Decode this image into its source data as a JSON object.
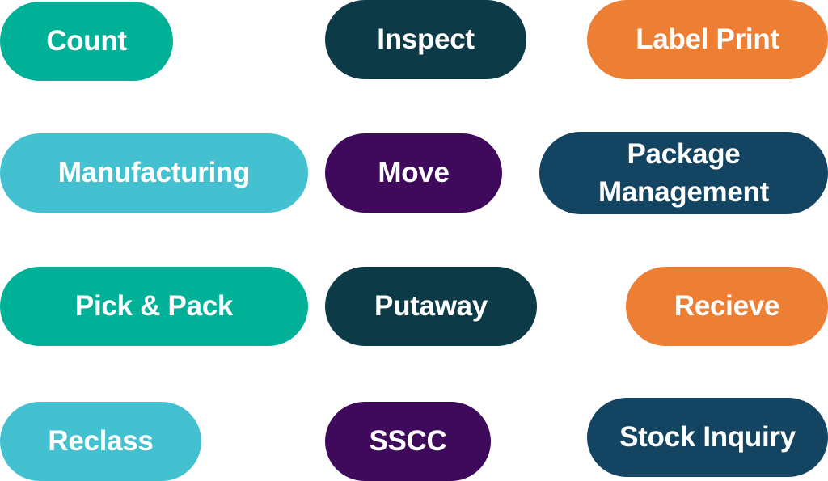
{
  "colors": {
    "green": "#00b198",
    "cyan": "#44c1d1",
    "dark_teal": "#0d3a47",
    "purple": "#3f0a5c",
    "orange": "#ed7f35",
    "navy": "#134562",
    "text": "#ffffff",
    "background": "#ffffff"
  },
  "columns": [
    {
      "items": [
        {
          "label": "Count",
          "color": "green"
        },
        {
          "label": "Manufacturing",
          "color": "cyan"
        },
        {
          "label": "Pick & Pack",
          "color": "green"
        },
        {
          "label": "Reclass",
          "color": "cyan"
        }
      ]
    },
    {
      "items": [
        {
          "label": "Inspect",
          "color": "dark_teal"
        },
        {
          "label": "Move",
          "color": "purple"
        },
        {
          "label": "Putaway",
          "color": "dark_teal"
        },
        {
          "label": "SSCC",
          "color": "purple"
        }
      ]
    },
    {
      "items": [
        {
          "label": "Label Print",
          "color": "orange"
        },
        {
          "label": "Package\nManagement",
          "color": "navy"
        },
        {
          "label": "Recieve",
          "color": "orange"
        },
        {
          "label": "Stock Inquiry",
          "color": "navy"
        }
      ]
    }
  ]
}
